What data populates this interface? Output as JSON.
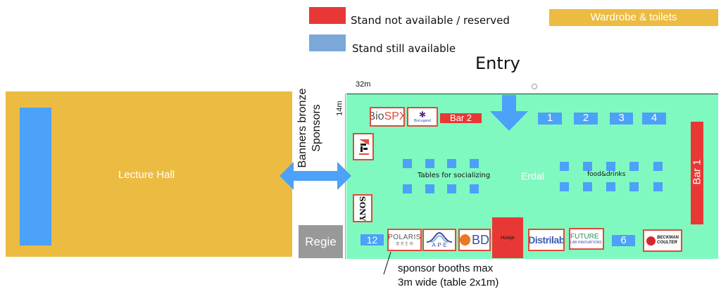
{
  "legend": {
    "reserved": {
      "label": "Stand not available / reserved",
      "color": "#e73835"
    },
    "available": {
      "label": "Stand still available",
      "color": "#7ba7d9"
    }
  },
  "areas": {
    "wardrobe": "Wardrobe & toilets",
    "entry": "Entry",
    "lecture_hall": "Lecture Hall",
    "regie": "Regie",
    "erdal": "Erdal",
    "banners": "Banners bronze Sponsors",
    "tables_socializing": "Tables for socializing",
    "food_drinks": "food&drinks",
    "bar1": "Bar 1",
    "bar2": "Bar 2",
    "huisje": "Huisje"
  },
  "dimensions": {
    "width": "32m",
    "depth": "14m"
  },
  "stands": [
    "1",
    "2",
    "3",
    "4",
    "6",
    "12"
  ],
  "sponsors": {
    "biospx": {
      "a": "Bio",
      "b": "SPX"
    },
    "biolegend": "BioLegend",
    "sony": "SONY",
    "polaris": {
      "a": "POLARIS",
      "b": "富 安 生 物"
    },
    "ape": "A·P·E",
    "bd": "BD",
    "distrilab": "Distrilab",
    "future": {
      "a": "FUTURE",
      "b": "LAB INNOVATIONS"
    },
    "beckman": {
      "a": "BECKMAN",
      "b": "COULTER"
    }
  },
  "note": {
    "line1": "sponsor booths max",
    "line2": "3m wide (table 2x1m)"
  }
}
